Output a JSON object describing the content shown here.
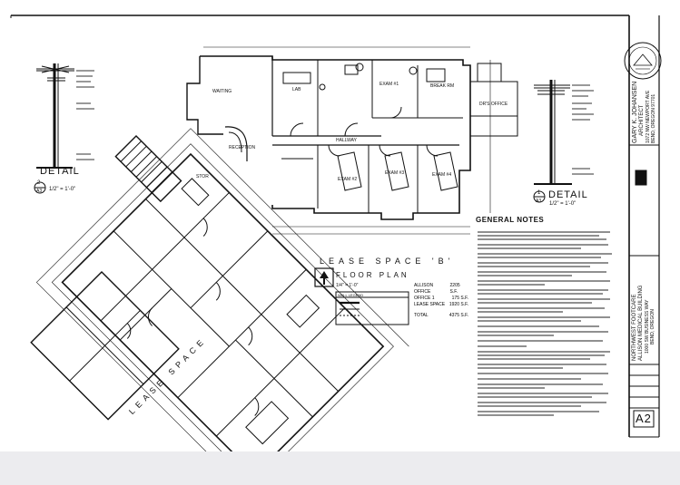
{
  "titles": {
    "detail_left": "DETAIL",
    "detail_left_num": "2",
    "detail_left_sheet": "A3",
    "detail_left_scale": "1/2\" = 1'-0\"",
    "detail_right": "DETAIL",
    "detail_right_num": "1",
    "detail_right_sheet": "A3",
    "detail_right_scale": "1/2\" = 1'-0\"",
    "lease_space": "LEASE SPACE 'B'",
    "floor_plan": "FLOOR PLAN",
    "floor_plan_scale": "1/4\" = 1'-0\"",
    "general_notes": "GENERAL NOTES",
    "diagonal_lease_space": "LEASE SPACE"
  },
  "area_table": [
    {
      "label": "ALLISON OFFICE",
      "value": "2205 S.F."
    },
    {
      "label": "OFFICE 1",
      "value": "175 S.F."
    },
    {
      "label": "LEASE SPACE",
      "value": "1920 S.F."
    },
    {
      "label": "TOTAL",
      "value": "4375 S.F."
    }
  ],
  "title_block": {
    "architect_name": "GARY K. JOHANSEN",
    "architect_title": "ARCHITECT",
    "architect_address": "1072 NW NEWPORT AVE",
    "architect_city": "BEND, OREGON 97701",
    "project_name": "NORTHWEST FOOTCARE",
    "project_building": "ALLISON MEDICAL BUILDING",
    "project_address": "1000 SW BUSINESS WAY",
    "project_city": "BEND, OREGON",
    "sheet_number": "A2"
  },
  "rooms": {
    "waiting": "WAITING",
    "reception": "RECEPTION",
    "lab": "LAB",
    "exam_1": "EXAM #1",
    "exam_2": "EXAM #2",
    "exam_3": "EXAM #3",
    "exam_4": "EXAM #4",
    "hallway": "HALLWAY",
    "break_rm": "BREAK RM",
    "dr_office": "DR'S OFFICE",
    "stor": "STOR"
  },
  "legend": {
    "title": "WALL LEGEND"
  },
  "icons": [
    "north-arrow-icon",
    "architect-seal-icon"
  ]
}
